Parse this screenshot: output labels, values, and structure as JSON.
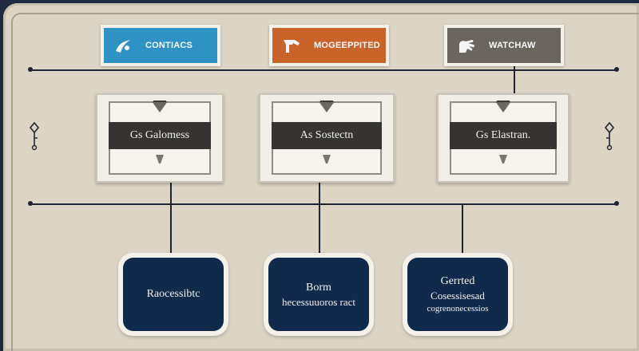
{
  "colors": {
    "blue": "#2e92c4",
    "orange": "#c9632a",
    "grey": "#6b6560",
    "navy": "#102a4c",
    "line": "#1e2433"
  },
  "header_buttons": [
    {
      "label": "CONTIACS",
      "icon": "swoosh-icon",
      "color": "#2e92c4"
    },
    {
      "label": "MOGEEPPITED",
      "icon": "lamp-icon",
      "color": "#c9632a"
    },
    {
      "label": "WATCHAW",
      "icon": "hand-icon",
      "color": "#6b6560"
    }
  ],
  "cards": [
    {
      "label": "Gs Galomess"
    },
    {
      "label": "As Sostectn"
    },
    {
      "label": "Gs Elastran."
    }
  ],
  "nodes": [
    {
      "lines": [
        "Raocessibtc"
      ]
    },
    {
      "lines": [
        "Borm",
        "hecessuuoros ract"
      ]
    },
    {
      "lines": [
        "Gerrted",
        "Cosessisesad",
        "cogrenonecessios"
      ]
    }
  ],
  "side_icons": [
    "key-icon",
    "key-icon"
  ]
}
